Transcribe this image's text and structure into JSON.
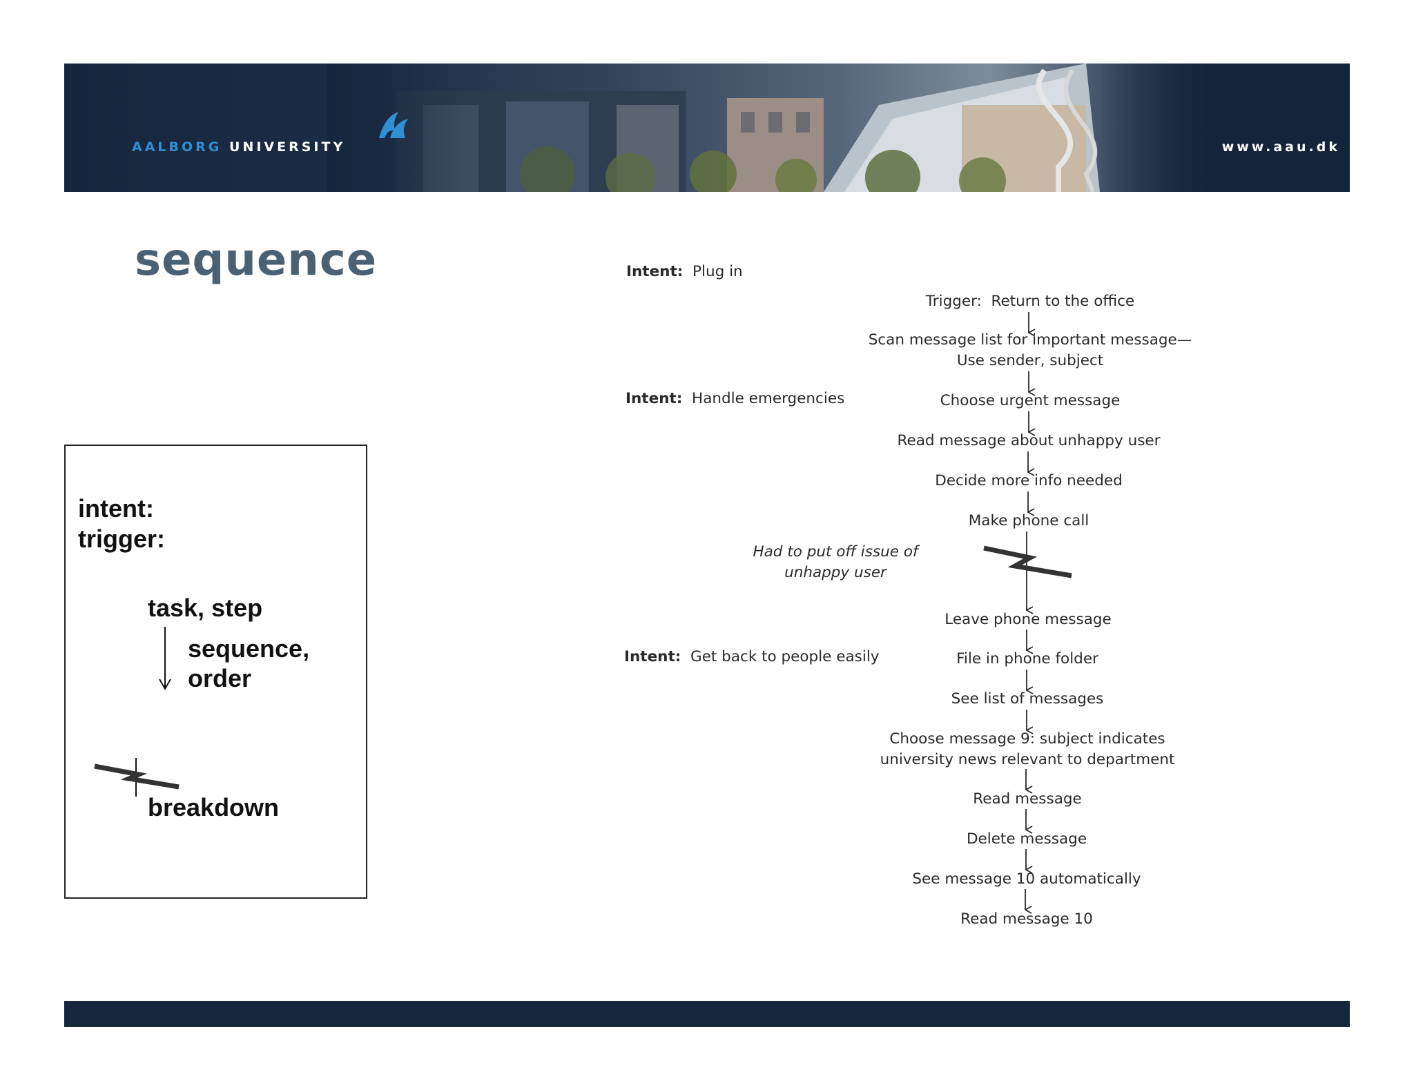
{
  "header": {
    "logo_part1": "AALBORG",
    "logo_part2": "UNIVERSITY",
    "url": "www.aau.dk",
    "colors": {
      "banner": "#16263d",
      "logo_accent": "#2f8fd2"
    }
  },
  "slide": {
    "title": "sequence"
  },
  "legend": {
    "intent_label": "intent:",
    "trigger_label": "trigger:",
    "task_label": "task, step",
    "sequence_label": "sequence,",
    "order_label": "order",
    "breakdown_label": "breakdown"
  },
  "diagram": {
    "intents": [
      {
        "label": "Intent:",
        "text": "Plug in"
      },
      {
        "label": "Intent:",
        "text": "Handle emergencies"
      },
      {
        "label": "Intent:",
        "text": "Get back to people easily"
      }
    ],
    "trigger": {
      "label": "Trigger:",
      "text": "Return to the office"
    },
    "steps": [
      {
        "line1": "Scan message list for important message—",
        "line2": "Use sender, subject"
      },
      {
        "line1": "Choose urgent message"
      },
      {
        "line1": "Read message about unhappy user"
      },
      {
        "line1": "Decide more info needed"
      },
      {
        "line1": "Make phone call"
      },
      {
        "line1": "Leave phone message"
      },
      {
        "line1": "File in phone folder"
      },
      {
        "line1": "See list of messages"
      },
      {
        "line1": "Choose message 9:  subject indicates",
        "line2": "university news relevant to department"
      },
      {
        "line1": "Read message"
      },
      {
        "line1": "Delete message"
      },
      {
        "line1": "See message 10 automatically"
      },
      {
        "line1": "Read message 10"
      }
    ],
    "breakdown_note": {
      "line1": "Had to put off issue of",
      "line2": "unhappy user"
    }
  }
}
